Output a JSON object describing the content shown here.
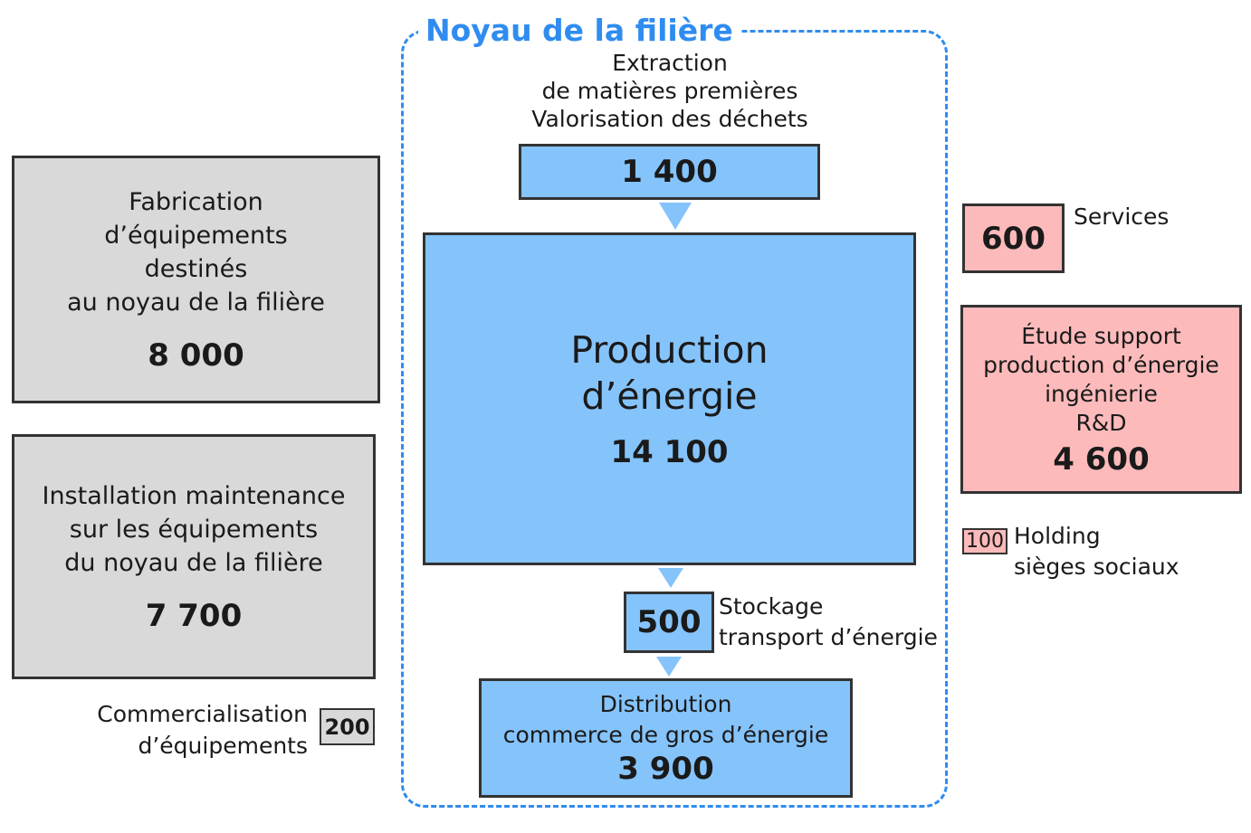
{
  "core": {
    "title": "Noyau de la filière"
  },
  "extraction": {
    "label": "Extraction\nde matières premières\nValorisation des déchets",
    "value": "1 400"
  },
  "production": {
    "label": "Production\nd’énergie",
    "value": "14 100"
  },
  "stockage": {
    "label": "Stockage\ntransport d’énergie",
    "value": "500"
  },
  "distribution": {
    "label": "Distribution\ncommerce de gros d’énergie",
    "value": "3 900"
  },
  "fabrication": {
    "label": "Fabrication\nd’équipements\ndestinés\nau noyau de la filière",
    "value": "8 000"
  },
  "installation": {
    "label": "Installation maintenance\nsur les équipements\ndu noyau de la filière",
    "value": "7 700"
  },
  "commercialisation": {
    "label": "Commercialisation\nd’équipements",
    "value": "200"
  },
  "services": {
    "label": "Services",
    "value": "600"
  },
  "etude": {
    "label": "Étude support\nproduction d’énergie\ningénierie\nR&D",
    "value": "4 600"
  },
  "holding": {
    "label": "Holding\nsièges sociaux",
    "value": "100"
  },
  "colors": {
    "core_border": "#2f8cf0",
    "blue": "#85c3fb",
    "gray": "#d9d9d9",
    "pink": "#fdbabb"
  }
}
